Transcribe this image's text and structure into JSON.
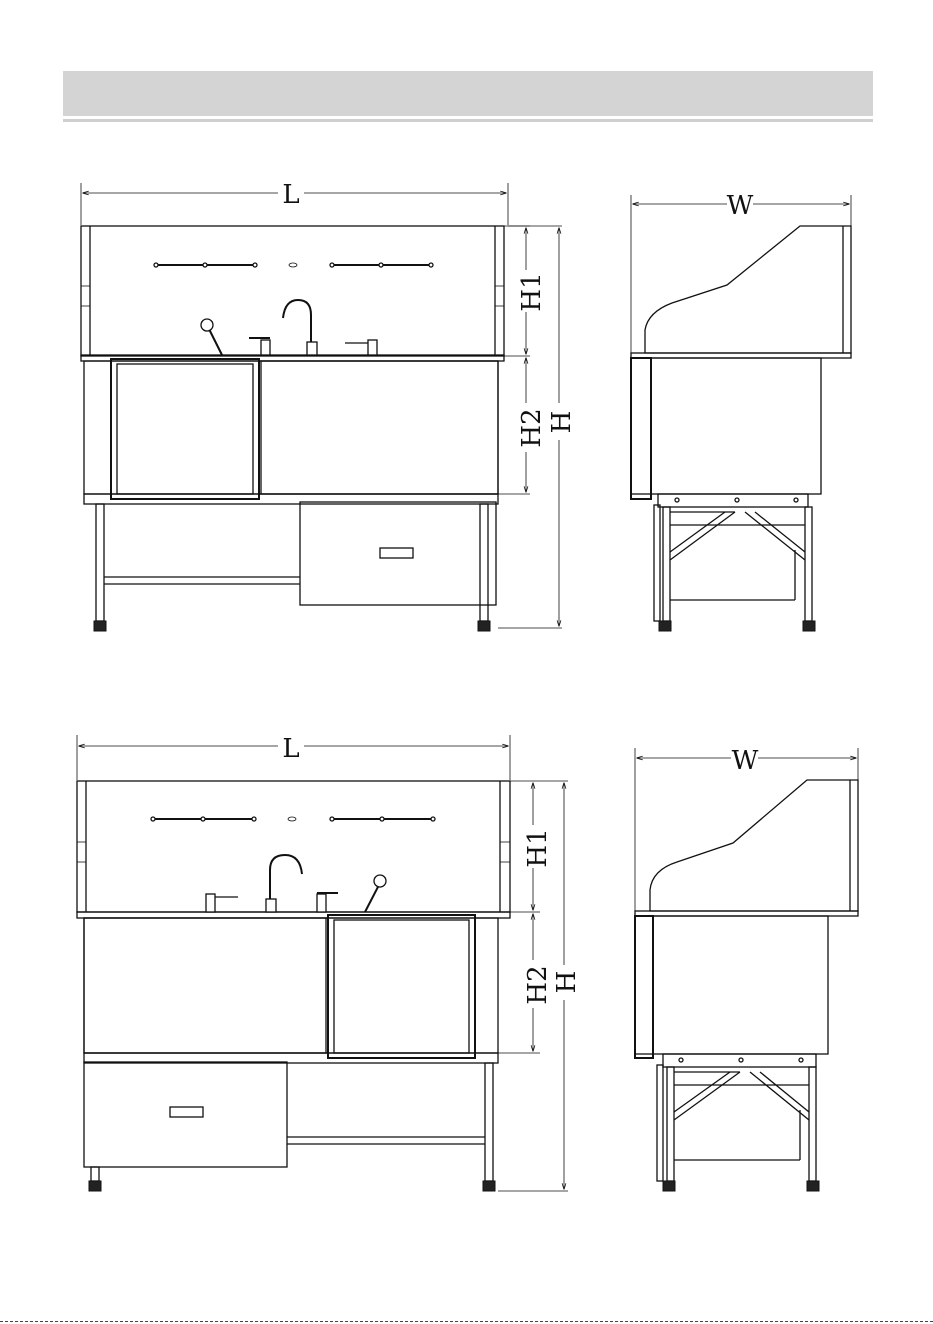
{
  "dimensions": {
    "length": "L",
    "width": "W",
    "height": "H",
    "height_upper": "H1",
    "height_lower": "H2"
  }
}
